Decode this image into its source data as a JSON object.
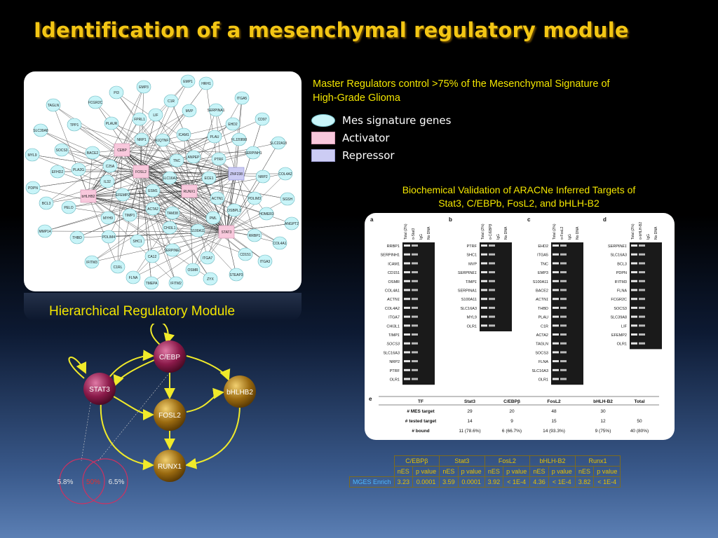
{
  "slide": {
    "title": "Identification of  a mesenchymal regulatory module"
  },
  "network": {
    "nodes": [
      {
        "id": "EMP1",
        "type": "target"
      },
      {
        "id": "HRH1",
        "type": "target"
      },
      {
        "id": "EMP3",
        "type": "target"
      },
      {
        "id": "PI3",
        "type": "target"
      },
      {
        "id": "C1R",
        "type": "target"
      },
      {
        "id": "ITGA5",
        "type": "target"
      },
      {
        "id": "TAGLN",
        "type": "target"
      },
      {
        "id": "FCGR2C",
        "type": "target"
      },
      {
        "id": "MVP",
        "type": "target"
      },
      {
        "id": "SERPINA1",
        "type": "target"
      },
      {
        "id": "CD97",
        "type": "target"
      },
      {
        "id": "TPP1",
        "type": "target"
      },
      {
        "id": "FPRL1",
        "type": "target"
      },
      {
        "id": "LIF",
        "type": "target"
      },
      {
        "id": "EHD2",
        "type": "target"
      },
      {
        "id": "PLAUR",
        "type": "target"
      },
      {
        "id": "SLC39A8",
        "type": "target"
      },
      {
        "id": "ICAM1",
        "type": "target"
      },
      {
        "id": "PLAU",
        "type": "target"
      },
      {
        "id": "FLJ20898",
        "type": "target"
      },
      {
        "id": "NRP1",
        "type": "target"
      },
      {
        "id": "A1QTNF1",
        "type": "target"
      },
      {
        "id": "SLC22A18",
        "type": "target"
      },
      {
        "id": "SOCS3",
        "type": "target"
      },
      {
        "id": "SERPINH1",
        "type": "target"
      },
      {
        "id": "MYL9",
        "type": "target"
      },
      {
        "id": "BACE2",
        "type": "target"
      },
      {
        "id": "TNC",
        "type": "target"
      },
      {
        "id": "ANPEP",
        "type": "target"
      },
      {
        "id": "PTRF",
        "type": "target"
      },
      {
        "id": "C25A",
        "type": "target"
      },
      {
        "id": "EFHD2",
        "type": "target"
      },
      {
        "id": "PLA2G",
        "type": "target"
      },
      {
        "id": "COL4A2",
        "type": "target"
      },
      {
        "id": "NRP2",
        "type": "target"
      },
      {
        "id": "SLC16A3",
        "type": "target"
      },
      {
        "id": "ECE1",
        "type": "target"
      },
      {
        "id": "PDPN",
        "type": "target"
      },
      {
        "id": "IL32",
        "type": "target"
      },
      {
        "id": "ESM1",
        "type": "target"
      },
      {
        "id": "PDLIM3",
        "type": "target"
      },
      {
        "id": "EFEMP2",
        "type": "target"
      },
      {
        "id": "ACTN1",
        "type": "target"
      },
      {
        "id": "SGSH",
        "type": "target"
      },
      {
        "id": "BCL3",
        "type": "target"
      },
      {
        "id": "PELO",
        "type": "target"
      },
      {
        "id": "TIMP1",
        "type": "target"
      },
      {
        "id": "ACTA2",
        "type": "target"
      },
      {
        "id": "TAM38",
        "type": "target"
      },
      {
        "id": "OSBPL3",
        "type": "target"
      },
      {
        "id": "PML",
        "type": "target"
      },
      {
        "id": "HOMER3",
        "type": "target"
      },
      {
        "id": "ANGPT2",
        "type": "target"
      },
      {
        "id": "MMP14",
        "type": "target"
      },
      {
        "id": "MYH9",
        "type": "target"
      },
      {
        "id": "CHI3L1",
        "type": "target"
      },
      {
        "id": "S100A11",
        "type": "target"
      },
      {
        "id": "THBD",
        "type": "target"
      },
      {
        "id": "PDLIM4",
        "type": "target"
      },
      {
        "id": "RRBP1",
        "type": "target"
      },
      {
        "id": "COL4A1",
        "type": "target"
      },
      {
        "id": "SHC1",
        "type": "target"
      },
      {
        "id": "SERPINE1",
        "type": "target"
      },
      {
        "id": "IFITM3",
        "type": "target"
      },
      {
        "id": "CA12",
        "type": "target"
      },
      {
        "id": "ITGA7",
        "type": "target"
      },
      {
        "id": "CD151",
        "type": "target"
      },
      {
        "id": "ITGA3",
        "type": "target"
      },
      {
        "id": "C1RL",
        "type": "target"
      },
      {
        "id": "OSMR",
        "type": "target"
      },
      {
        "id": "STEAP3",
        "type": "target"
      },
      {
        "id": "FLNA",
        "type": "target"
      },
      {
        "id": "ZYX",
        "type": "target"
      },
      {
        "id": "TMEPA",
        "type": "target"
      },
      {
        "id": "IFITM2",
        "type": "target"
      },
      {
        "id": "CEBP",
        "type": "activator"
      },
      {
        "id": "FOSL2",
        "type": "activator"
      },
      {
        "id": "bHLHB2",
        "type": "activator"
      },
      {
        "id": "RUNX1",
        "type": "activator"
      },
      {
        "id": "STAT3",
        "type": "activator"
      },
      {
        "id": "ZNF238",
        "type": "repressor"
      }
    ]
  },
  "master_regulators_text": "Master Regulators control  >75% of the Mesenchymal Signature of High-Grade Glioma",
  "legend": [
    {
      "label": "Mes signature genes",
      "shape": "ellipse",
      "color": "#c8f4f8"
    },
    {
      "label": "Activator",
      "shape": "rect",
      "color": "#f8c8dc"
    },
    {
      "label": "Repressor",
      "shape": "rect",
      "color": "#ccccf4"
    }
  ],
  "biochem_title": "Biochemical Validation of ARACNe Inferred Targets of Stat3, C/EBPb, FosL2, and bHLH-B2",
  "gel": {
    "panels": [
      {
        "letter": "a",
        "lanes": [
          "Total (2%)",
          "α-Stat3",
          "IgG",
          "No DNA"
        ],
        "genes": [
          "RRBP1",
          "SERPINH1",
          "ICAM1",
          "CD151",
          "OSMR",
          "COL4A1",
          "ACTN1",
          "COL4A2",
          "ITGA7",
          "CHI3L1",
          "TIMP1",
          "SOCS3",
          "SLC16A3",
          "NRP2",
          "PTRF",
          "OLR1"
        ],
        "italic": [
          "ACTN1",
          "TIMP1",
          "SOCS3"
        ]
      },
      {
        "letter": "b",
        "lanes": [
          "Total (2%)",
          "α-C/EBPβ",
          "IgG",
          "No DNA"
        ],
        "genes": [
          "PTRF",
          "SHC1",
          "MVP",
          "SERPINE1",
          "TIMP1",
          "SERPINA1",
          "S100A11",
          "SLC16A3",
          "MYL9",
          "OLR1"
        ],
        "italic": [
          "SERPINE1",
          "TIMP1"
        ]
      },
      {
        "letter": "c",
        "lanes": [
          "Total (2%)",
          "α-FosL2",
          "IgG",
          "No DNA"
        ],
        "genes": [
          "EHD2",
          "ITGA5",
          "TNC",
          "EMP3",
          "S100A11",
          "BACE2",
          "ACTN1",
          "THBD",
          "PLAU",
          "C1R",
          "ACTA2",
          "TAGLN",
          "SOCS3",
          "FLNA",
          "SLC16A3",
          "OLR1"
        ],
        "italic": [
          "ACTN1"
        ]
      },
      {
        "letter": "d",
        "lanes": [
          "Total (2%)",
          "α-bHLH-B2",
          "IgG",
          "No DNA"
        ],
        "genes": [
          "SERPINE1",
          "SLC16A3",
          "BCL3",
          "PDPN",
          "IFITM3",
          "FLNA",
          "FCGR2C",
          "SOCS3",
          "SLC39A8",
          "LIF",
          "EFEMP2",
          "OLR1"
        ],
        "italic": [
          "SERPINE1"
        ]
      }
    ],
    "table": {
      "letter": "e",
      "header": [
        "TF",
        "Stat3",
        "C/EBPβ",
        "FosL2",
        "bHLH-B2",
        "Total"
      ],
      "rows": [
        [
          "# MES target",
          "29",
          "20",
          "48",
          "30",
          ""
        ],
        [
          "# tested target",
          "14",
          "9",
          "15",
          "12",
          "50"
        ],
        [
          "# bound",
          "11 (78.6%)",
          "6 (66.7%)",
          "14 (93.3%)",
          "9 (75%)",
          "40 (80%)"
        ]
      ]
    }
  },
  "hierarchy": {
    "title": "Hierarchical Regulatory Module",
    "nodes": [
      {
        "id": "cebp",
        "label": "C/EBP",
        "color": "#8b1a4a"
      },
      {
        "id": "stat3",
        "label": "STAT3",
        "color": "#8b1a4a"
      },
      {
        "id": "bhlhb2",
        "label": "bHLHB2",
        "color": "#9a6a10"
      },
      {
        "id": "fosl2",
        "label": "FOSL2",
        "color": "#9a6a10"
      },
      {
        "id": "runx1",
        "label": "RUNX1",
        "color": "#9a6a10"
      }
    ],
    "venn": {
      "left": "5.8%",
      "middle": "50%",
      "right": "6.5%"
    }
  },
  "mges_table": {
    "tfs": [
      "C/EBPβ",
      "Stat3",
      "FosL2",
      "bHLH-B2",
      "Runx1"
    ],
    "subheaders": [
      "nES",
      "p value"
    ],
    "row_label": "MGES Enrich",
    "values": [
      [
        "3.23",
        "0.0001"
      ],
      [
        "3.59",
        "0.0001"
      ],
      [
        "3.92",
        "< 1E-4"
      ],
      [
        "4.36",
        "< 1E-4"
      ],
      [
        "3.82",
        "< 1E-4"
      ]
    ]
  }
}
